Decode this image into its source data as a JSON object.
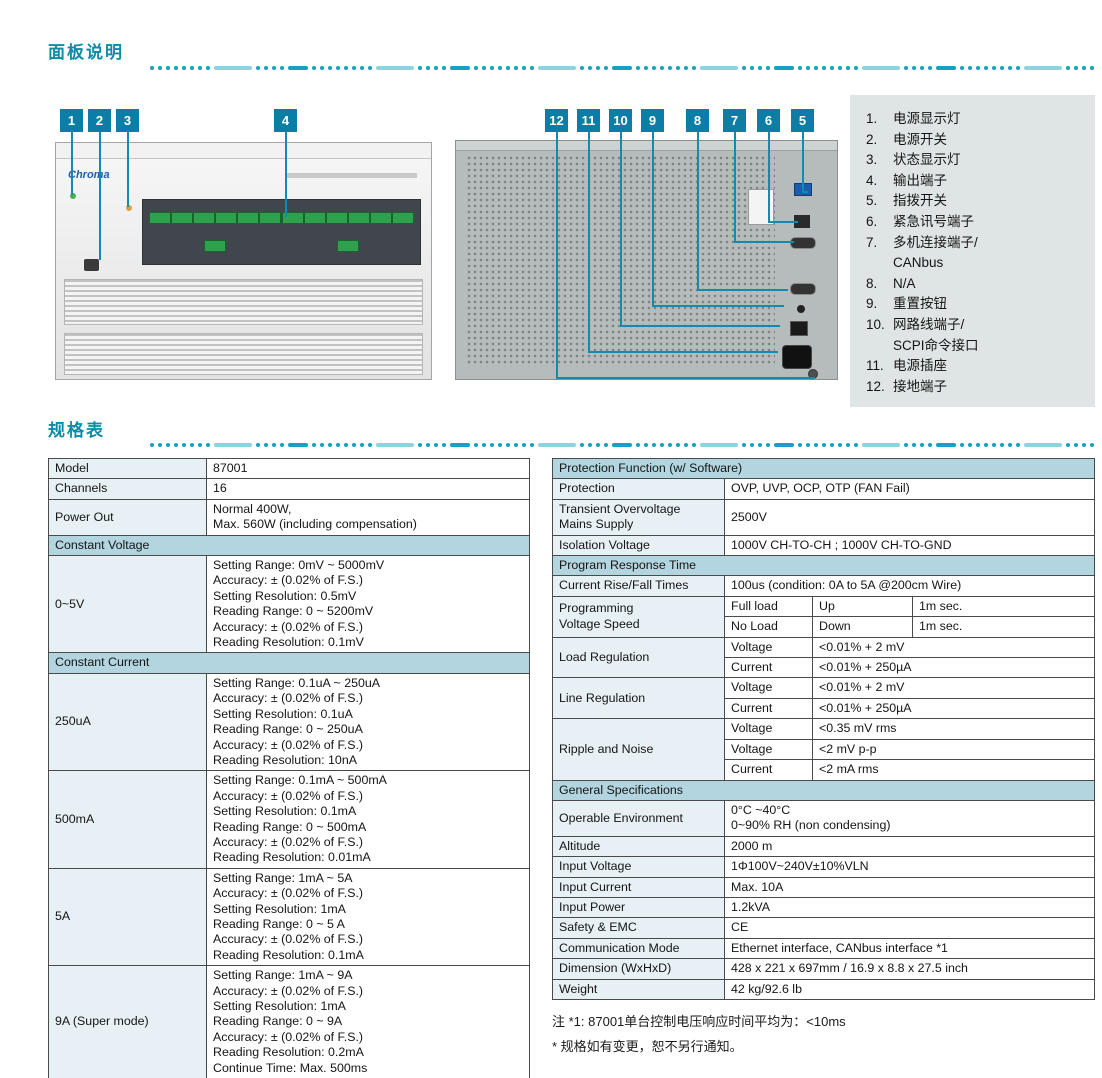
{
  "sections": {
    "panel_title": "面板说明",
    "spec_title": "规格表"
  },
  "figure": {
    "front_logo": "Chroma",
    "front_callouts": [
      "1",
      "2",
      "3",
      "4"
    ],
    "rear_callouts": [
      "12",
      "11",
      "10",
      "9",
      "8",
      "7",
      "6",
      "5"
    ]
  },
  "legend": [
    {
      "num": "1.",
      "text": "电源显示灯"
    },
    {
      "num": "2.",
      "text": "电源开关"
    },
    {
      "num": "3.",
      "text": "状态显示灯"
    },
    {
      "num": "4.",
      "text": "输出端子"
    },
    {
      "num": "5.",
      "text": "指拨开关"
    },
    {
      "num": "6.",
      "text": "紧急讯号端子"
    },
    {
      "num": "7.",
      "text": "多机连接端子/\nCANbus"
    },
    {
      "num": "8.",
      "text": "N/A"
    },
    {
      "num": "9.",
      "text": "重置按钮"
    },
    {
      "num": "10.",
      "text": "网路线端子/\nSCPI命令接口"
    },
    {
      "num": "11.",
      "text": "电源插座"
    },
    {
      "num": "12.",
      "text": "接地端子"
    }
  ],
  "spec_left": {
    "rows": [
      {
        "type": "row",
        "label": "Model",
        "value": "87001"
      },
      {
        "type": "row",
        "label": "Channels",
        "value": "16"
      },
      {
        "type": "row",
        "label": "Power Out",
        "value": "Normal 400W,\nMax. 560W (including compensation)"
      },
      {
        "type": "section",
        "label": "Constant Voltage"
      },
      {
        "type": "row",
        "label": "0~5V",
        "value": "Setting Range: 0mV ~ 5000mV\nAccuracy: ± (0.02% of F.S.)\nSetting Resolution: 0.5mV\nReading Range: 0 ~ 5200mV\nAccuracy: ± (0.02% of F.S.)\nReading Resolution: 0.1mV"
      },
      {
        "type": "section",
        "label": "Constant Current"
      },
      {
        "type": "row",
        "label": "250uA",
        "value": "Setting Range: 0.1uA ~ 250uA\nAccuracy: ± (0.02% of F.S.)\nSetting Resolution: 0.1uA\nReading Range: 0 ~ 250uA\nAccuracy: ± (0.02% of F.S.)\nReading Resolution: 10nA"
      },
      {
        "type": "row",
        "label": "500mA",
        "value": "Setting Range: 0.1mA ~ 500mA\nAccuracy: ± (0.02% of F.S.)\nSetting Resolution: 0.1mA\nReading Range: 0 ~ 500mA\nAccuracy: ± (0.02% of F.S.)\nReading Resolution: 0.01mA"
      },
      {
        "type": "row",
        "label": "5A",
        "value": "Setting Range: 1mA ~ 5A\nAccuracy: ± (0.02% of F.S.)\nSetting Resolution: 1mA\nReading Range: 0 ~ 5 A\nAccuracy: ± (0.02% of F.S.)\nReading Resolution: 0.1mA"
      },
      {
        "type": "row",
        "label": "9A (Super mode)",
        "value": "Setting Range: 1mA ~ 9A\nAccuracy: ± (0.02% of F.S.)\nSetting Resolution: 1mA\nReading Range: 0 ~ 9A\nAccuracy: ± (0.02% of F.S.)\nReading Resolution: 0.2mA\nContinue Time: Max. 500ms"
      }
    ]
  },
  "spec_right": {
    "rows": [
      {
        "type": "section",
        "label": "Protection Function (w/ Software)"
      },
      {
        "type": "row",
        "label": "Protection",
        "value": "OVP, UVP, OCP, OTP (FAN Fail)"
      },
      {
        "type": "row",
        "label": "Transient Overvoltage\nMains Supply",
        "value": "2500V"
      },
      {
        "type": "row",
        "label": "Isolation Voltage",
        "value": "1000V CH-TO-CH ; 1000V CH-TO-GND"
      },
      {
        "type": "section",
        "label": "Program Response Time"
      },
      {
        "type": "row",
        "label": "Current Rise/Fall Times",
        "value": "100us (condition: 0A to 5A @200cm Wire)"
      },
      {
        "type": "multi",
        "label": "Programming\nVoltage Speed",
        "sub": [
          [
            "Full load",
            "Up",
            "1m sec."
          ],
          [
            "No Load",
            "Down",
            "1m sec."
          ]
        ]
      },
      {
        "type": "multi",
        "label": "Load Regulation",
        "sub": [
          [
            "Voltage",
            "<0.01% + 2 mV"
          ],
          [
            "Current",
            "<0.01% + 250µA"
          ]
        ]
      },
      {
        "type": "multi",
        "label": "Line Regulation",
        "sub": [
          [
            "Voltage",
            "<0.01% + 2 mV"
          ],
          [
            "Current",
            "<0.01% + 250µA"
          ]
        ]
      },
      {
        "type": "multi",
        "label": "Ripple and Noise",
        "sub": [
          [
            "Voltage",
            "<0.35 mV rms"
          ],
          [
            "Voltage",
            "<2 mV p-p"
          ],
          [
            "Current",
            "<2 mA rms"
          ]
        ]
      },
      {
        "type": "section",
        "label": "General Specifications"
      },
      {
        "type": "row",
        "label": "Operable Environment",
        "value": "0°C ~40°C\n0~90% RH (non condensing)"
      },
      {
        "type": "row",
        "label": "Altitude",
        "value": "2000 m"
      },
      {
        "type": "row",
        "label": "Input Voltage",
        "value": "1Φ100V~240V±10%VLN"
      },
      {
        "type": "row",
        "label": "Input Current",
        "value": "Max. 10A"
      },
      {
        "type": "row",
        "label": "Input Power",
        "value": "1.2kVA"
      },
      {
        "type": "row",
        "label": "Safety & EMC",
        "value": "CE"
      },
      {
        "type": "row",
        "label": "Communication Mode",
        "value": "Ethernet interface, CANbus interface *1"
      },
      {
        "type": "row",
        "label": "Dimension (WxHxD)",
        "value": "428 x 221 x 697mm / 16.9 x 8.8 x 27.5 inch"
      },
      {
        "type": "row",
        "label": "Weight",
        "value": "42 kg/92.6 lb"
      }
    ]
  },
  "notes": [
    "注 *1: 87001单台控制电压响应时间平均为：<10ms",
    "* 规格如有变更，恕不另行通知。"
  ]
}
